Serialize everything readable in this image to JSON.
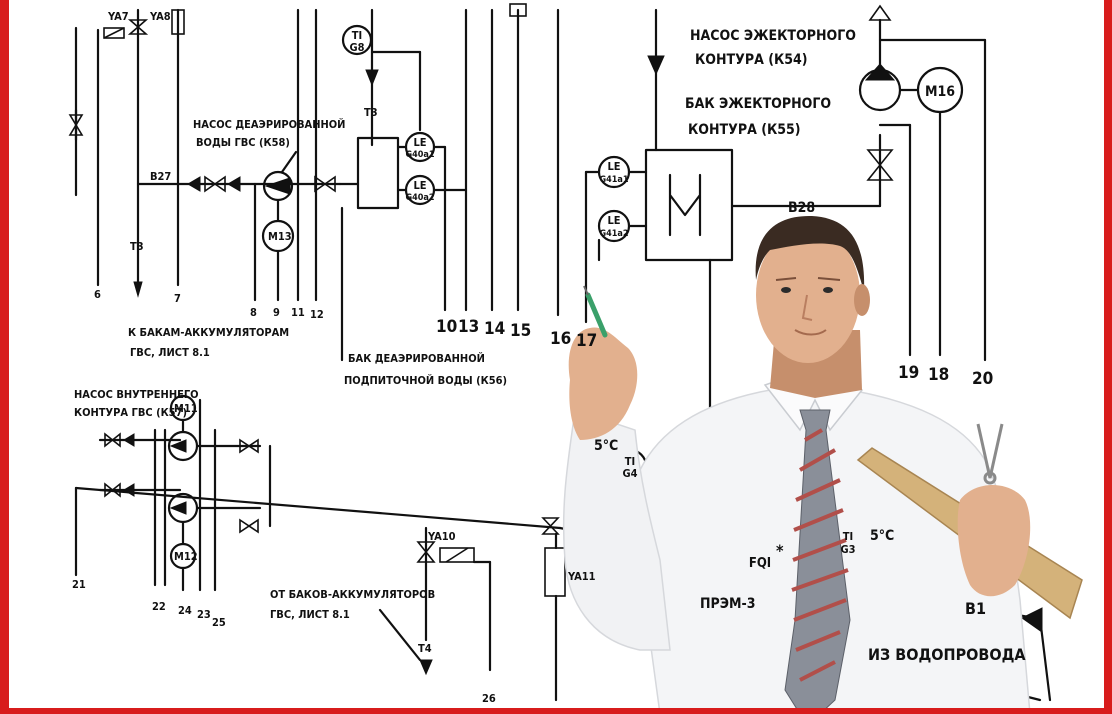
{
  "colors": {
    "frame": "#d81c1c",
    "line": "#111111",
    "shirt": "#f4f5f7",
    "tie_a": "#7d8592",
    "tie_b": "#b14f4a",
    "hair": "#3a2b22",
    "wood": "#d4b27a"
  },
  "labels": {
    "nasos_ezh": [
      "НАСОС ЭЖЕКТОРНОГО",
      "КОНТУРА (К54)"
    ],
    "bak_ezh": [
      "БАК ЭЖЕКТОРНОГО",
      "КОНТУРА (К55)"
    ],
    "nasos_deaer": [
      "НАСОС ДЕАЭРИРОВАННОЙ",
      "ВОДЫ ГВС (К58)"
    ],
    "k_bakam": [
      "К БАКАМ-АККУМУЛЯТОРАМ",
      "ГВС, ЛИСТ 8.1"
    ],
    "bak_deaer": [
      "БАК ДЕАЭРИРОВАННОЙ",
      "ПОДПИТОЧНОЙ ВОДЫ (К56)"
    ],
    "nasos_vnutr": [
      "НАСОС ВНУТРЕННЕГО",
      "КОНТУРА ГВС (К57)"
    ],
    "ot_bakov": [
      "ОТ БАКОВ-АККУМУЛЯТОРОВ",
      "ГВС, ЛИСТ 8.1"
    ],
    "iz_vodoprovoda": "ИЗ ВОДОПРОВОДА",
    "prem": "ПРЭМ-3",
    "b27": "В27",
    "b28": "В28",
    "b1": "В1",
    "t3a": "Т3",
    "t3b": "Т3",
    "t4": "Т4",
    "ya7": "YA7",
    "ya8": "YA8",
    "ya10": "YA10",
    "ya11": "YA11",
    "m16": "М16",
    "m13": "М13",
    "m11": "М11",
    "m12": "М12",
    "temp1": "5°С",
    "temp2": "5°С",
    "asterisk": "*"
  },
  "instruments": {
    "tig8": [
      "TI",
      "G8"
    ],
    "le40a1": [
      "LE",
      "G40a1"
    ],
    "le40a2": [
      "LE",
      "G40a2"
    ],
    "le41a1": [
      "LE",
      "G41a1"
    ],
    "le41a2": [
      "LE",
      "G41a2"
    ],
    "tig4": [
      "TI",
      "G4"
    ],
    "tig3": [
      "TI",
      "G3"
    ],
    "fqi": "FQI"
  },
  "numbers": [
    "6",
    "7",
    "8",
    "9",
    "11",
    "12",
    "10",
    "13",
    "14",
    "15",
    "16",
    "17",
    "19",
    "18",
    "20",
    "21",
    "22",
    "24",
    "23",
    "25",
    "26"
  ]
}
